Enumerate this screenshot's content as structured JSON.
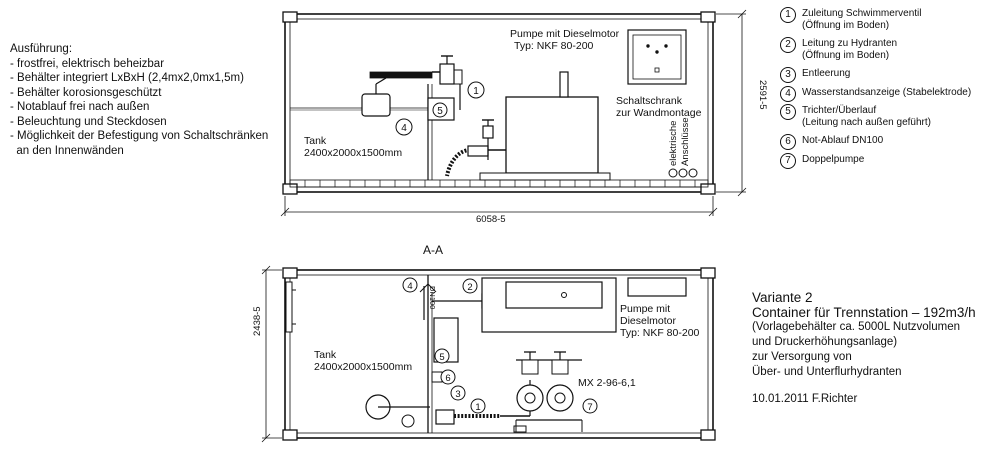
{
  "notes": {
    "heading": "Ausführung:",
    "items": [
      "- frostfrei, elektrisch beheizbar",
      "- Behälter integriert LxBxH (2,4mx2,0mx1,5m)",
      "- Behälter korosionsgeschützt",
      "- Notablauf frei nach außen",
      "- Beleuchtung und Steckdosen",
      "- Möglichkeit der Befestigung von Schaltschränken",
      "  an den Innenwänden"
    ]
  },
  "legend": [
    {
      "num": "1",
      "text": "Zuleitung Schwimmerventil\n(Öffnung im Boden)"
    },
    {
      "num": "2",
      "text": "Leitung zu Hydranten\n(Öffnung im Boden)"
    },
    {
      "num": "3",
      "text": "Entleerung"
    },
    {
      "num": "4",
      "text": "Wasserstandsanzeige (Stabelektrode)"
    },
    {
      "num": "5",
      "text": "Trichter/Überlauf\n(Leitung nach außen geführt)"
    },
    {
      "num": "6",
      "text": "Not-Ablauf DN100"
    },
    {
      "num": "7",
      "text": "Doppelpumpe"
    }
  ],
  "side_view": {
    "pump_label_1": "Pumpe mit Dieselmotor",
    "pump_label_2": "Typ: NKF 80-200",
    "cabinet_label_1": "Schaltschrank",
    "cabinet_label_2": "zur Wandmontage",
    "conn_label_1": "elektrische",
    "conn_label_2": "Anschlüsse",
    "tank_label_1": "Tank",
    "tank_label_2": "2400x2000x1500mm",
    "length_dim": "6058-5",
    "height_dim": "2591-5",
    "markers": [
      "1",
      "4",
      "5"
    ]
  },
  "section_label": "A-A",
  "plan_view": {
    "tank_label_1": "Tank",
    "tank_label_2": "2400x2000x1500mm",
    "pump_label_1": "Pumpe mit",
    "pump_label_2": "Dieselmotor",
    "pump_label_3": "Typ: NKF 80-200",
    "mx_label": "MX 2-96-6,1",
    "width_dim": "2438-5",
    "pipe_label": "DN100",
    "markers": [
      "4",
      "2",
      "5",
      "6",
      "3",
      "1",
      "7"
    ]
  },
  "variant": {
    "line1": "Variante 2",
    "line2": "Container für Trennstation – 192m3/h",
    "line3": "(Vorlagebehälter ca. 5000L Nutzvolumen",
    "line4": "und Druckerhöhungsanlage)",
    "line5": "zur Versorgung von",
    "line6": "Über- und Unterflurhydranten",
    "date": "10.01.2011 F.Richter"
  }
}
